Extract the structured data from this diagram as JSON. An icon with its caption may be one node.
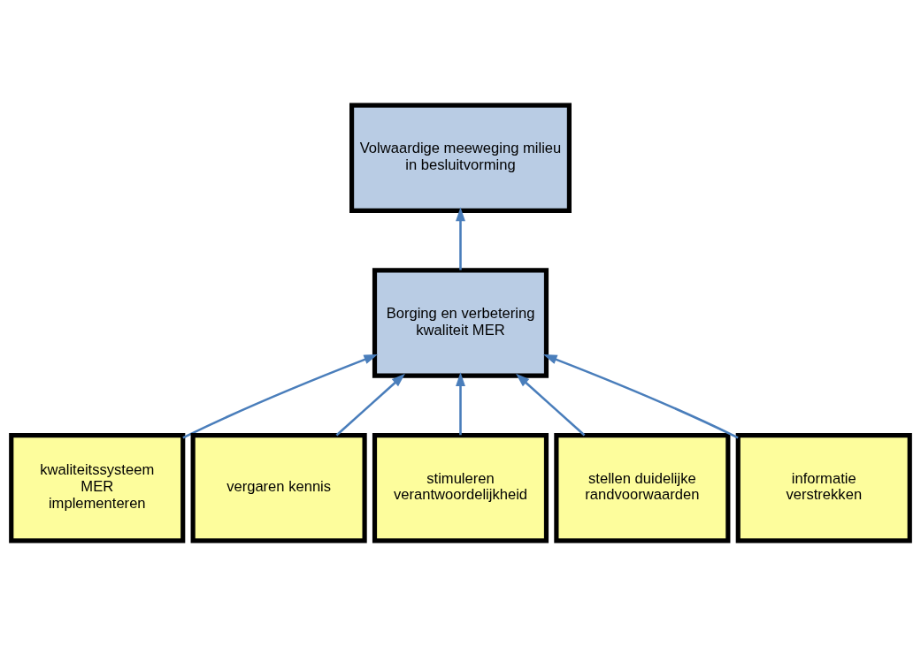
{
  "diagram": {
    "nodes": [
      {
        "text": [
          "Volwaardige meeweging milieu in besluitvorming"
        ]
      },
      {
        "text": [
          "Borging en verbetering kwaliteit MER"
        ]
      },
      {
        "text": [
          "kwaliteitssysteem MER implementeren"
        ]
      },
      {
        "text": [
          "vergaren kennis"
        ]
      },
      {
        "text": [
          "stimuleren verantwoordelijkheid"
        ]
      },
      {
        "text": [
          "stellen duidelijke randvoorwaarden"
        ]
      },
      {
        "text": [
          "informatie verstrekken"
        ]
      }
    ],
    "edges": [
      {
        "from": 1,
        "to": 0,
        "arrow": "to"
      },
      {
        "from": 2,
        "to": 1,
        "arrow": "to"
      },
      {
        "from": 3,
        "to": 1,
        "arrow": "to"
      },
      {
        "from": 4,
        "to": 1,
        "arrow": "to"
      },
      {
        "from": 5,
        "to": 1,
        "arrow": "to"
      },
      {
        "from": 6,
        "to": 1,
        "arrow": "to"
      }
    ]
  }
}
